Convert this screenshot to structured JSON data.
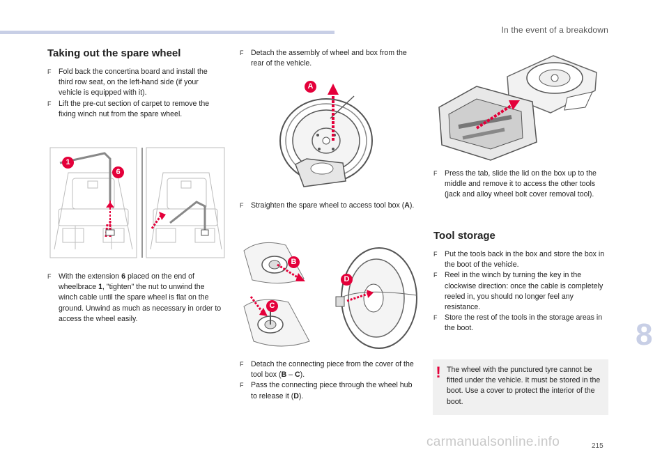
{
  "header": {
    "section": "In the event of a breakdown"
  },
  "left": {
    "title": "Taking out the spare wheel",
    "steps1": [
      "Fold back the concertina board and install the third row seat, on the left-hand side (if your vehicle is equipped with it).",
      "Lift the pre-cut section of carpet to remove the fixing winch nut from the spare wheel."
    ],
    "fig_labels": [
      "1",
      "6"
    ],
    "step3": {
      "p1": "With the extension ",
      "b1": "6",
      "p2": " placed on the end of wheelbrace ",
      "b2": "1",
      "p3": ", \"tighten\" the nut to unwind the winch cable until the spare wheel is flat on the ground. Unwind as much as necessary in order to access the wheel easily."
    }
  },
  "middle": {
    "step1": "Detach the assembly of wheel and box from the rear of the vehicle.",
    "fig1_label": "A",
    "step2": {
      "p1": "Straighten the spare wheel to access tool box (",
      "b1": "A",
      "p2": ")."
    },
    "fig2_labels": [
      "B",
      "C",
      "D"
    ],
    "step3": {
      "p1": "Detach the connecting piece from the cover of the tool box (",
      "b1": "B",
      "sep": " – ",
      "b2": "C",
      "p2": ")."
    },
    "step4": {
      "p1": "Pass the connecting piece through the wheel hub to release it (",
      "b1": "D",
      "p2": ")."
    }
  },
  "right": {
    "step1": "Press the tab, slide the lid on the box up to the middle and remove it to access the other tools (jack and alloy wheel bolt cover removal tool).",
    "title": "Tool storage",
    "steps": [
      "Put the tools back in the box and store the box in the boot of the vehicle.",
      "Reel in the winch by turning the key in the clockwise direction: once the cable is completely reeled in, you should no longer feel any resistance.",
      "Store the rest of the tools in the storage areas in the boot."
    ],
    "warning": "The wheel with the punctured tyre cannot be fitted under the vehicle. It must be stored in the boot. Use a cover to protect the interior of the boot."
  },
  "bullet_glyph": "F",
  "chapter_number": "8",
  "page_number": "215",
  "watermark": "carmanualsonline.info",
  "colors": {
    "accent_red": "#e4003a",
    "tab_blue": "#c8cfe6",
    "note_bg": "#f0f0f0"
  }
}
